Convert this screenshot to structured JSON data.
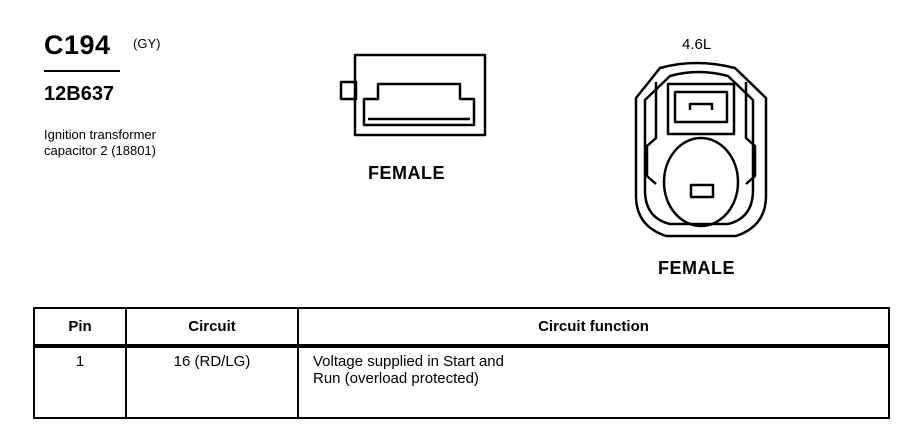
{
  "connector": {
    "id": "C194",
    "color_code": "(GY)",
    "part_number": "12B637",
    "description_line1": "Ignition transformer",
    "description_line2": "capacitor 2 (18801)"
  },
  "views": [
    {
      "gender": "FEMALE"
    },
    {
      "variant": "4.6L",
      "gender": "FEMALE"
    }
  ],
  "table": {
    "headers": [
      "Pin",
      "Circuit",
      "Circuit function"
    ],
    "rows": [
      {
        "pin": "1",
        "circuit": "16 (RD/LG)",
        "function_line1": "Voltage supplied in Start and",
        "function_line2": "Run (overload protected)"
      }
    ]
  }
}
